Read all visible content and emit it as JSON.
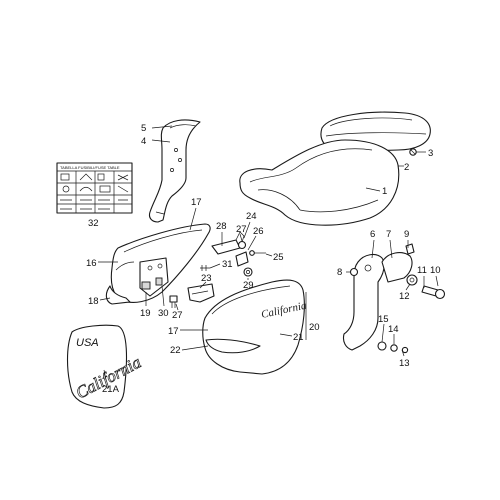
{
  "diagram": {
    "labels": {
      "n1": "1",
      "n2": "2",
      "n3": "3",
      "n4": "4",
      "n5": "5",
      "n6": "6",
      "n7": "7",
      "n8": "8",
      "n9": "9",
      "n10": "10",
      "n11": "11",
      "n12": "12",
      "n13": "13",
      "n14": "14",
      "n15": "15",
      "n16": "16",
      "n17a": "17",
      "n17b": "17",
      "n18": "18",
      "n19": "19",
      "n20": "20",
      "n21": "21",
      "n21a": "21A",
      "n22": "22",
      "n23": "23",
      "n24": "24",
      "n25": "25",
      "n26": "26",
      "n27a": "27",
      "n27b": "27",
      "n28": "28",
      "n29": "29",
      "n30": "30",
      "n31": "31",
      "n32": "32"
    },
    "region_label": "USA",
    "sticker_title": "TABELLA FUSIBILI/FUSE TABLE",
    "side_cover_script": "California",
    "emblem_script": "California"
  }
}
